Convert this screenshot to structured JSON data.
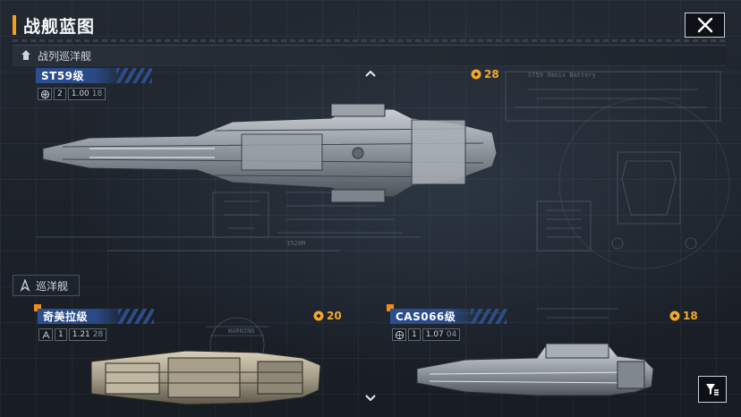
{
  "header": {
    "title": "战舰蓝图",
    "close_icon": "close-icon"
  },
  "sections": {
    "battlecruiser": {
      "label": "战列巡洋舰",
      "icon": "battlecruiser-class-icon"
    },
    "cruiser": {
      "label": "巡洋舰",
      "icon": "cruiser-class-icon"
    }
  },
  "ships": [
    {
      "name": "ST59级",
      "tier": "2",
      "version": "1.00",
      "build": "18",
      "cost": "28"
    },
    {
      "name": "奇美拉级",
      "tier": "1",
      "version": "1.21",
      "build": "28",
      "cost": "20"
    },
    {
      "name": "CAS066级",
      "tier": "1",
      "version": "1.07",
      "build": "04",
      "cost": "18"
    }
  ],
  "blueprint_text": {
    "length_label": "1520M",
    "warning_label": "WARNING",
    "battery_label": "ST59 Omnis Battery"
  },
  "controls": {
    "filter_icon": "filter-icon",
    "scroll_up_icon": "chevron-up-icon",
    "scroll_down_icon": "chevron-down-icon"
  },
  "colors": {
    "accent": "#f0a21a",
    "cost": "#f3a82a",
    "nameplate": "#2b4f8f",
    "background": "#1b2028"
  }
}
